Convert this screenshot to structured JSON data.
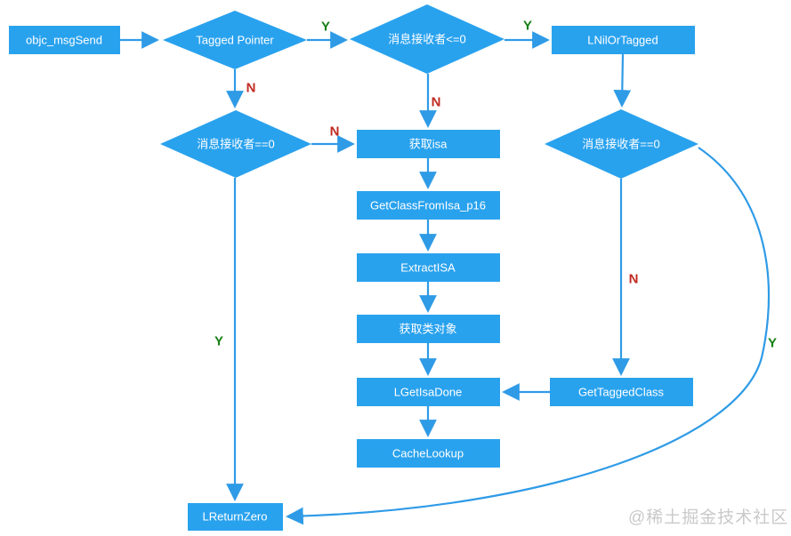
{
  "colors": {
    "node_fill": "#29A2EE",
    "edge_stroke": "#2F9BE6",
    "yes_label": "#157F15",
    "no_label": "#C02A21",
    "node_text": "#FFFFFF",
    "watermark": "#9E9E9E",
    "background": "#FFFFFF"
  },
  "nodes": [
    {
      "id": "objc-msgsend",
      "type": "rect",
      "label": "objc_msgSend"
    },
    {
      "id": "tagged-pointer",
      "type": "diamond",
      "label": "Tagged Pointer"
    },
    {
      "id": "receiver-lte-0",
      "type": "diamond",
      "label": "消息接收者<=0"
    },
    {
      "id": "lnil-or-tagged",
      "type": "rect",
      "label": "LNilOrTagged"
    },
    {
      "id": "receiver-eq-0-left",
      "type": "diamond",
      "label": "消息接收者==0"
    },
    {
      "id": "get-isa",
      "type": "rect",
      "label": "获取isa"
    },
    {
      "id": "get-class-from-isa-p16",
      "type": "rect",
      "label": "GetClassFromIsa_p16"
    },
    {
      "id": "extract-isa",
      "type": "rect",
      "label": "ExtractISA"
    },
    {
      "id": "get-class-object",
      "type": "rect",
      "label": "获取类对象"
    },
    {
      "id": "lget-isa-done",
      "type": "rect",
      "label": "LGetIsaDone"
    },
    {
      "id": "cache-lookup",
      "type": "rect",
      "label": "CacheLookup"
    },
    {
      "id": "receiver-eq-0-right",
      "type": "diamond",
      "label": "消息接收者==0"
    },
    {
      "id": "get-tagged-class",
      "type": "rect",
      "label": "GetTaggedClass"
    },
    {
      "id": "lreturn-zero",
      "type": "rect",
      "label": "LReturnZero"
    }
  ],
  "edges": [
    {
      "from": "objc-msgsend",
      "to": "tagged-pointer",
      "label": ""
    },
    {
      "from": "tagged-pointer",
      "to": "receiver-lte-0",
      "label": "Y"
    },
    {
      "from": "receiver-lte-0",
      "to": "lnil-or-tagged",
      "label": "Y"
    },
    {
      "from": "tagged-pointer",
      "to": "receiver-eq-0-left",
      "label": "N"
    },
    {
      "from": "receiver-lte-0",
      "to": "get-isa",
      "label": "N"
    },
    {
      "from": "lnil-or-tagged",
      "to": "receiver-eq-0-right",
      "label": ""
    },
    {
      "from": "receiver-eq-0-left",
      "to": "get-isa",
      "label": "N"
    },
    {
      "from": "get-isa",
      "to": "get-class-from-isa-p16",
      "label": ""
    },
    {
      "from": "get-class-from-isa-p16",
      "to": "extract-isa",
      "label": ""
    },
    {
      "from": "extract-isa",
      "to": "get-class-object",
      "label": ""
    },
    {
      "from": "get-class-object",
      "to": "lget-isa-done",
      "label": ""
    },
    {
      "from": "lget-isa-done",
      "to": "cache-lookup",
      "label": ""
    },
    {
      "from": "receiver-eq-0-right",
      "to": "get-tagged-class",
      "label": "N"
    },
    {
      "from": "get-tagged-class",
      "to": "lget-isa-done",
      "label": ""
    },
    {
      "from": "receiver-eq-0-left",
      "to": "lreturn-zero",
      "label": "Y"
    },
    {
      "from": "receiver-eq-0-right",
      "to": "lreturn-zero",
      "label": "Y"
    }
  ],
  "watermark": "@稀土掘金技术社区"
}
